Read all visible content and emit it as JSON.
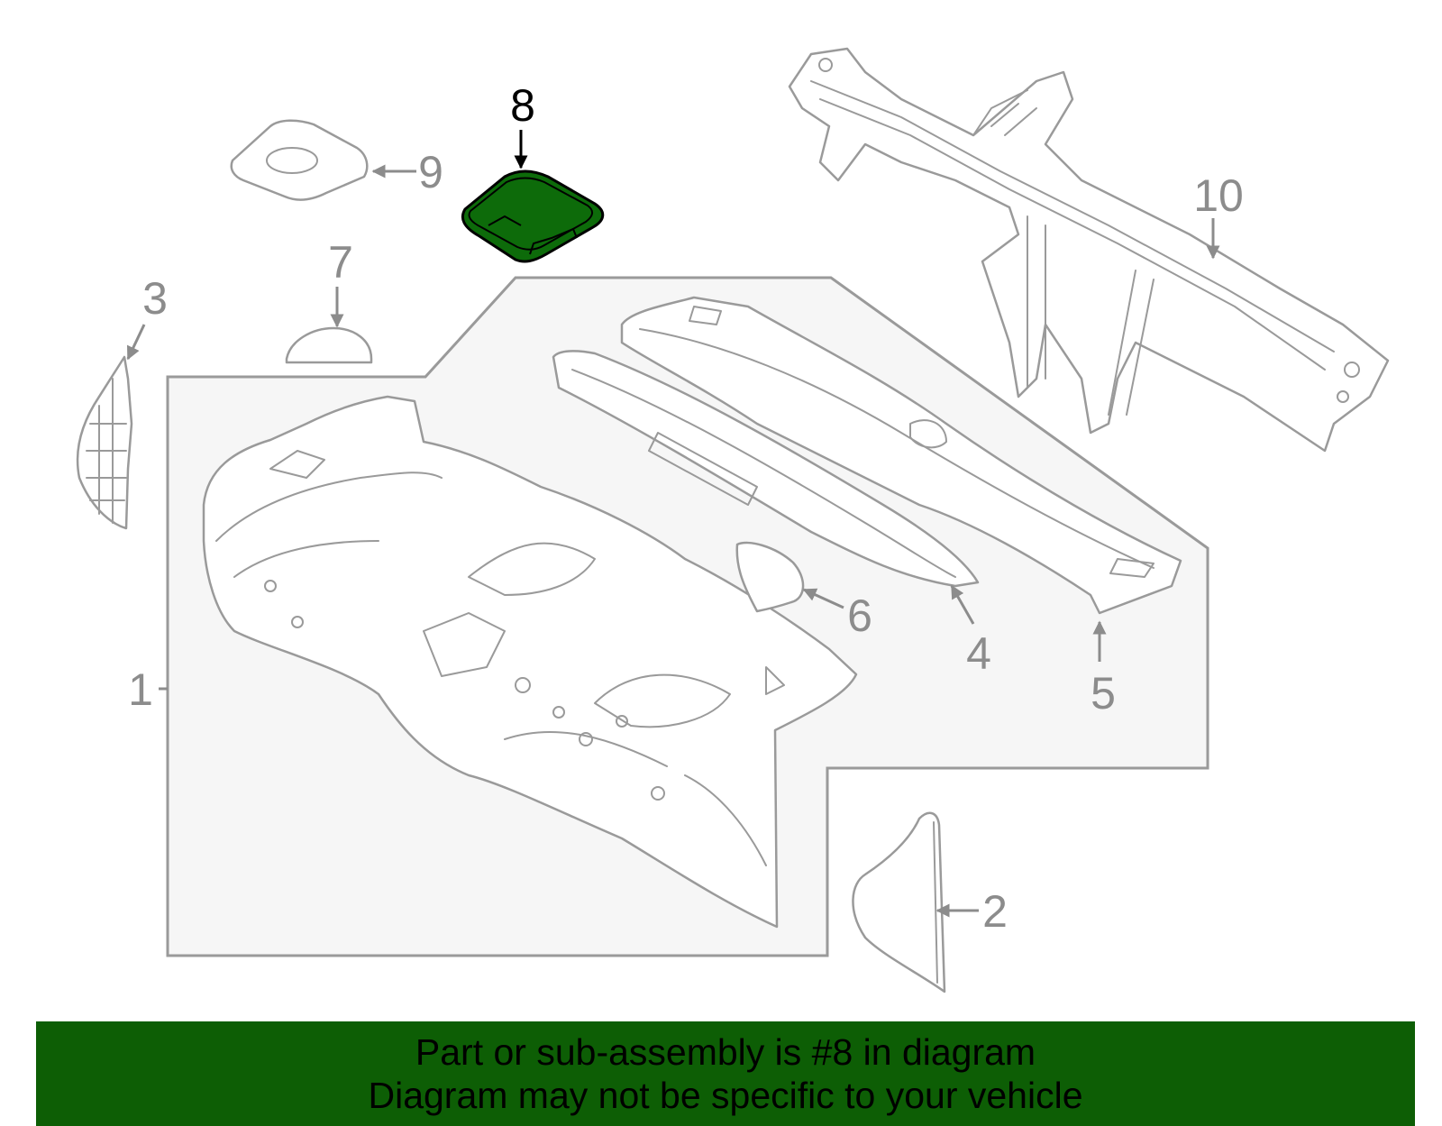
{
  "callouts": {
    "c1": "1",
    "c2": "2",
    "c3": "3",
    "c4": "4",
    "c5": "5",
    "c6": "6",
    "c7": "7",
    "c8": "8",
    "c9": "9",
    "c10": "10"
  },
  "highlight": {
    "part": "8",
    "fill_color": "#0d6b0a",
    "outline_color": "#000000"
  },
  "colors": {
    "banner_bg": "#0d5e05",
    "frame_bg": "#f6f6f6",
    "line_gray": "#9a9a9a"
  },
  "banner": {
    "line1": "Part or sub-assembly is #8 in diagram",
    "line2": "Diagram may not be specific to your vehicle"
  }
}
